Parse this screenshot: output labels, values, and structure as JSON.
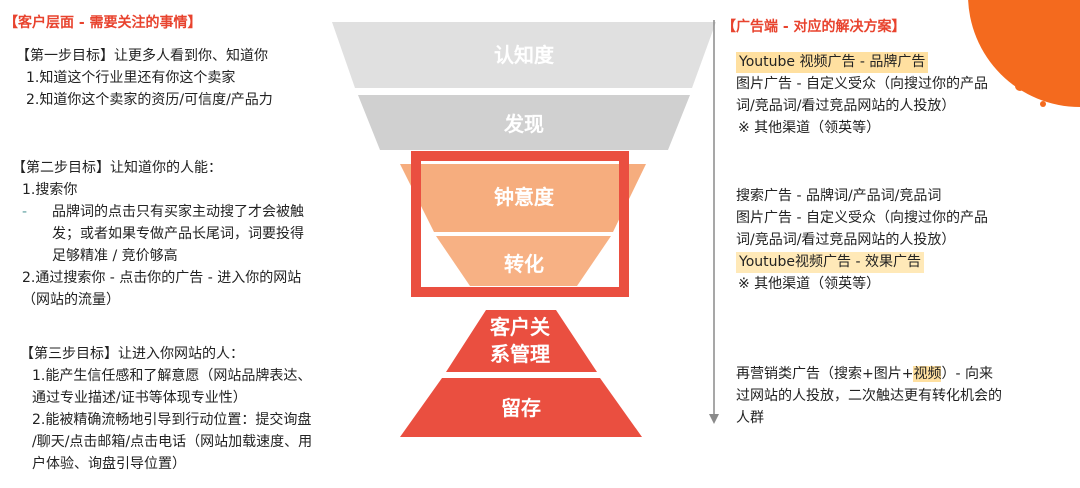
{
  "left": {
    "header": "【客户层面 - 需要关注的事情】",
    "step1": {
      "title": "【第一步目标】让更多人看到你、知道你",
      "items": [
        "1.知道这个行业里还有你这个卖家",
        "2.知道你这个卖家的资历/可信度/产品力"
      ]
    },
    "step2": {
      "title": "【第二步目标】让知道你的人能：",
      "item1": "1.搜索你",
      "dash": "-",
      "sub_lines": [
        "品牌词的点击只有买家主动搜了才会被触",
        "发；或者如果专做产品长尾词，词要投得",
        "足够精准 / 竞价够高"
      ],
      "item2_lines": [
        "2.通过搜索你 - 点击你的广告 - 进入你的网站",
        "（网站的流量）"
      ]
    },
    "step3": {
      "title": "【第三步目标】让进入你网站的人：",
      "lines": [
        "1.能产生信任感和了解意愿（网站品牌表达、",
        "通过专业描述/证书等体现专业性）",
        "2.能被精确流畅地引导到行动位置：提交询盘",
        "/聊天/点击邮箱/点击电话（网站加载速度、用",
        "户体验、询盘引导位置）"
      ]
    }
  },
  "funnel": {
    "stage1": "认知度",
    "stage2": "发现",
    "stage3": "钟意度",
    "stage4": "转化",
    "stage5_line1": "客户关",
    "stage5_line2": "系管理",
    "stage6": "留存"
  },
  "right": {
    "header": "【广告端 - 对应的解决方案】",
    "block1": {
      "highlight": "Youtube 视频广告 - 品牌广告",
      "lines": [
        "图片广告 - 自定义受众（向搜过你的产品",
        "词/竞品词/看过竞品网站的人投放）",
        "※ 其他渠道（领英等）"
      ]
    },
    "block2": {
      "lines": [
        "搜索广告 - 品牌词/产品词/竞品词",
        "图片广告 - 自定义受众（向搜过你的产品",
        "词/竞品词/看过竞品网站的人投放）"
      ],
      "highlight": "Youtube视频广告 - 效果广告",
      "last": "※ 其他渠道（领英等）"
    },
    "block3": {
      "pre": "再营销类广告（搜索+图片+",
      "hl": "视频",
      "post": "）- 向来",
      "lines": [
        "过网站的人投放，二次触达更有转化机会的",
        "人群"
      ]
    }
  },
  "colors": {
    "accent": "#e8432e",
    "gray_top": "#e0e0e0",
    "gray_mid": "#cfcfcf",
    "peach": "#f6ad7e",
    "red_block": "#ea4f40",
    "orange_corner": "#f46a1e"
  }
}
